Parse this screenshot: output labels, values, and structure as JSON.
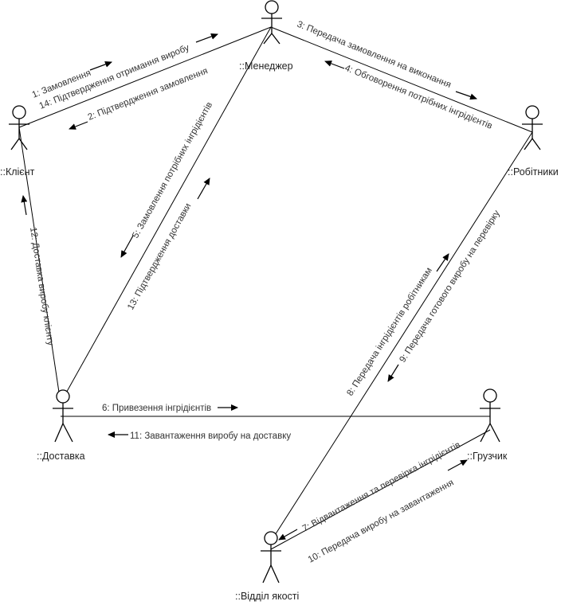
{
  "actors": {
    "manager": "::Менеджер",
    "client": "::Клієнт",
    "workers": "::Робітники",
    "delivery": "::Доставка",
    "loader": "::Грузчик",
    "quality": "::Відділ якості"
  },
  "messages": {
    "m1": "1: Замовлення",
    "m14": "14: Підтвердження отримання виробу",
    "m2": "2: Підтвердження замовлення",
    "m3": "3: Передача замовлення на виконання",
    "m4": "4: Обговорення потрібних інгрідієнтів",
    "m5": "5: Замовлення потрібних інгрідієнтів",
    "m13": "13: Підтвердження доставки",
    "m12": "12: Доставка виробу клієнту",
    "m8": "8: Передача інгрідієнтів робітникам",
    "m9": "9: Передача готового  виробу на перевірку",
    "m6": "6: Привезення інгрідієнтів",
    "m11": "11: Завантаження  виробу на доставку",
    "m7": "7: Відвантаження та перевірка інгрідієнтів",
    "m10": "10: Передача виробу  на завантаження"
  }
}
